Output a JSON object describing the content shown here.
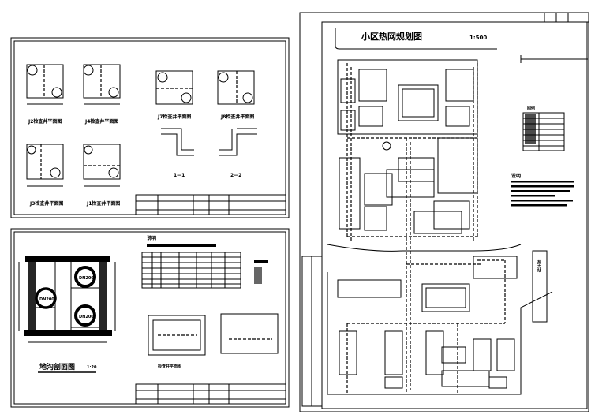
{
  "site_plan": {
    "title": "小区热网规划图",
    "scale": "1:500",
    "legend_title": "图例",
    "notes_title": "说明",
    "station_label": "热力站"
  },
  "manhole_sheet": {
    "plans": [
      {
        "label": "J2检查井平面图"
      },
      {
        "label": "J4检查井平面图"
      },
      {
        "label": "J7检查井平面图"
      },
      {
        "label": "J8检查井平面图"
      },
      {
        "label": "J3检查井平面图"
      },
      {
        "label": "J1检查井平面图"
      }
    ],
    "section_marks": [
      "1—1",
      "2—2"
    ]
  },
  "trench_sheet": {
    "section_title": "地沟剖面图",
    "section_scale": "1:20",
    "notes_title": "说明",
    "pipe_labels": [
      "DN200",
      "DN200",
      "DN200"
    ],
    "detail_title": "检查井平面图"
  }
}
